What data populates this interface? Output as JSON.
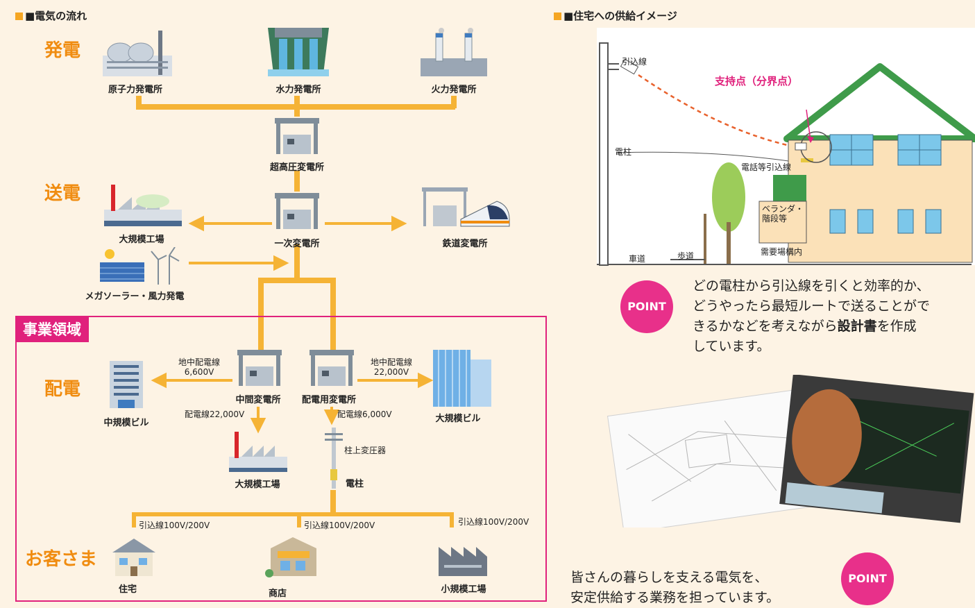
{
  "flow": {
    "title": "■電気の流れ",
    "stages": {
      "generation": "発電",
      "transmission": "送電",
      "distribution": "配電",
      "customer": "お客さま"
    },
    "business_area": "事業領域",
    "facilities": {
      "nuclear": "原子力発電所",
      "hydro": "水力発電所",
      "thermal": "火力発電所",
      "ultra_substation": "超高圧変電所",
      "primary_substation": "一次変電所",
      "large_factory_top": "大規模工場",
      "railway_substation": "鉄道変電所",
      "mega_solar": "メガソーラー・風力発電",
      "mid_substation": "中間変電所",
      "dist_substation": "配電用変電所",
      "mid_building": "中規模ビル",
      "large_building": "大規模ビル",
      "large_factory_bottom": "大規模工場",
      "pole": "電柱",
      "pole_transformer": "柱上変圧器",
      "house": "住宅",
      "shop": "商店",
      "small_factory": "小規模工場"
    },
    "lines": {
      "underground_left_1": "地中配電線",
      "underground_left_2": "6,600V",
      "underground_right_1": "地中配電線",
      "underground_right_2": "22,000V",
      "dist_22000": "配電線22,000V",
      "dist_6000": "配電線6,000V",
      "service_1": "引込線100V/200V",
      "service_2": "引込線100V/200V",
      "service_3": "引込線100V/200V"
    }
  },
  "supply": {
    "title": "■住宅への供給イメージ",
    "service_line": "引込線",
    "support_point": "支持点（分界点）",
    "pole": "電柱",
    "phone_line": "電話等引込線",
    "veranda_1": "ベランダ・",
    "veranda_2": "階段等",
    "premises": "需要場構内",
    "road": "車道",
    "sidewalk": "歩道"
  },
  "point1": {
    "badge": "POINT",
    "line1": "どの電柱から引込線を引くと効率的か、",
    "line2": "どうやったら最短ルートで送ることがで",
    "line3a": "きるかなどを考えながら",
    "line3b": "設計書",
    "line3c": "を作成",
    "line4": "しています。"
  },
  "point2": {
    "badge": "POINT",
    "line1": "皆さんの暮らしを支える電気を、",
    "line2": "安定供給する業務を担っています。"
  },
  "colors": {
    "accent": "#f5b335",
    "stage": "#f08c10",
    "business": "#e0217c",
    "point": "#e8308a"
  }
}
